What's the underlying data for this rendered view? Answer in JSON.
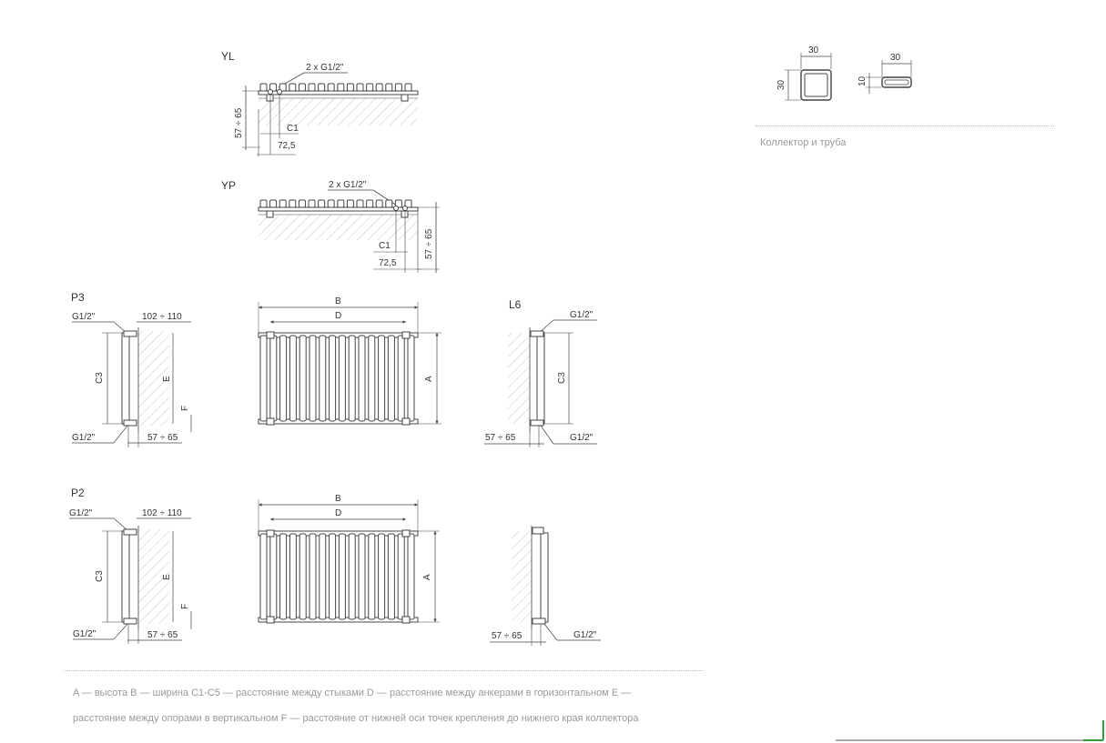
{
  "diagrams": {
    "yl": {
      "title": "YL",
      "connector": "2 x G1/2\"",
      "height": "57 ÷ 65",
      "c1": "C1",
      "offset": "72,5"
    },
    "yp": {
      "title": "YP",
      "connector": "2 x G1/2\"",
      "height": "57 ÷ 65",
      "c1": "C1",
      "offset": "72,5"
    },
    "p3": {
      "title": "P3",
      "g_top": "G1/2\"",
      "g_bottom": "G1/2\"",
      "depth_top": "102 ÷ 110",
      "depth_bottom": "57 ÷ 65",
      "c3": "C3",
      "e": "E",
      "f": "F"
    },
    "front_top": {
      "b": "B",
      "d": "D",
      "a": "A"
    },
    "l6": {
      "title": "L6",
      "g_top": "G1/2\"",
      "g_bottom": "G1/2\"",
      "c3": "C3",
      "depth": "57 ÷ 65"
    },
    "p2": {
      "title": "P2",
      "g_top": "G1/2\"",
      "g_bottom": "G1/2\"",
      "depth_top": "102 ÷ 110",
      "depth_bottom": "57 ÷ 65",
      "c3": "C3",
      "e": "E",
      "f": "F"
    },
    "front_bottom": {
      "b": "B",
      "d": "D",
      "a": "A"
    },
    "side_bottom": {
      "depth": "57 ÷ 65",
      "g": "G1/2\""
    },
    "profile": {
      "collector_w": "30",
      "collector_h": "30",
      "tube_w": "30",
      "tube_h": "10"
    }
  },
  "profile_caption": "Коллектор и труба",
  "legend": {
    "line1": "A — высота B — ширина C1-C5 — расстояние между стыками D — расстояние между анкерами в горизонтальном E —",
    "line2": "расстояние между опорами в вертикальном F — расстояние от нижней оси точек крепления до нижнего края коллектора"
  },
  "colors": {
    "line": "#444444",
    "hatch": "#bfbfbf",
    "caption": "#9a9a9a",
    "accent": "#2e9e3e"
  }
}
